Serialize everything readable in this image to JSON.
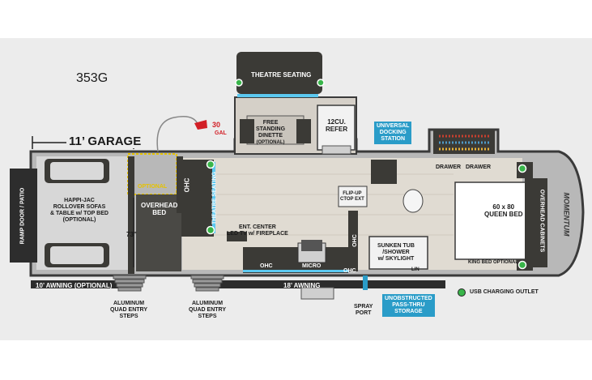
{
  "model": "353G",
  "garage": {
    "length": "11’ GARAGE"
  },
  "tank": {
    "value": "30",
    "unit": "GAL"
  },
  "rooms": {
    "theatre_seating_top": "THEATRE SEATING",
    "dinette": [
      "FREE",
      "STANDING",
      "DINETTE",
      "(OPTIONAL)"
    ],
    "refer": [
      "12CU.",
      "REFER"
    ],
    "ramp_door": "RAMP DOOR / PATIO",
    "sofas": [
      "HAPPI-JAC",
      "ROLLOVER SOFAS",
      "& TABLE w/ TOP BED",
      "(OPTIONAL)"
    ],
    "optional": "OPTIONAL",
    "ohc_garage": "OHC",
    "overhead_bed": [
      "OVERHEAD",
      "BED"
    ],
    "theatre_seating_side": "THEATRE SEATING",
    "width_dim": "73”",
    "ent_center": [
      "ENT. CENTER",
      "LED TV w/ FIREPLACE"
    ],
    "ohc_bottom": "OHC",
    "micro": "MICRO",
    "ohc_mid": "OHC",
    "ohc_right": "OHC",
    "flip_up": [
      "FLIP-UP",
      "CTOP EXT"
    ],
    "sunken_tub": [
      "SUNKEN TUB",
      "/SHOWER",
      "w/ SKYLIGHT"
    ],
    "linen": "LIN",
    "drawer_left": "DRAWER",
    "drawer_right": "DRAWER",
    "queen_bed": [
      "60 x 80",
      "QUEEN BED"
    ],
    "overhead_cabinets": "OVERHEAD CABINETS",
    "king_bed": "KING BED OPTIONAL",
    "brand": "MOMENTUM"
  },
  "callouts": {
    "docking_station": [
      "UNIVERSAL",
      "DOCKING",
      "STATION"
    ],
    "pass_thru": [
      "UNOBSTRUCTED",
      "PASS-THRU",
      "STORAGE"
    ],
    "awning_left": "10’ AWNING (OPTIONAL)",
    "awning_right": "18’ AWNING",
    "steps_left": [
      "ALUMINUM",
      "QUAD ENTRY",
      "STEPS"
    ],
    "steps_right": [
      "ALUMINUM",
      "QUAD ENTRY",
      "STEPS"
    ],
    "spray_port": [
      "SPRAY",
      "PORT"
    ]
  },
  "legend": {
    "usb": "USB CHARGING OUTLET"
  },
  "colors": {
    "usb_dot": "#39b54a",
    "callout_blue": "#2a9cc8",
    "led_blue": "#5bc8f0",
    "dark_furniture": "#3b3a36",
    "floor_wood": "#e0dbd2",
    "garage_dash": "#e6c200",
    "fuel_red": "#d21f26"
  }
}
